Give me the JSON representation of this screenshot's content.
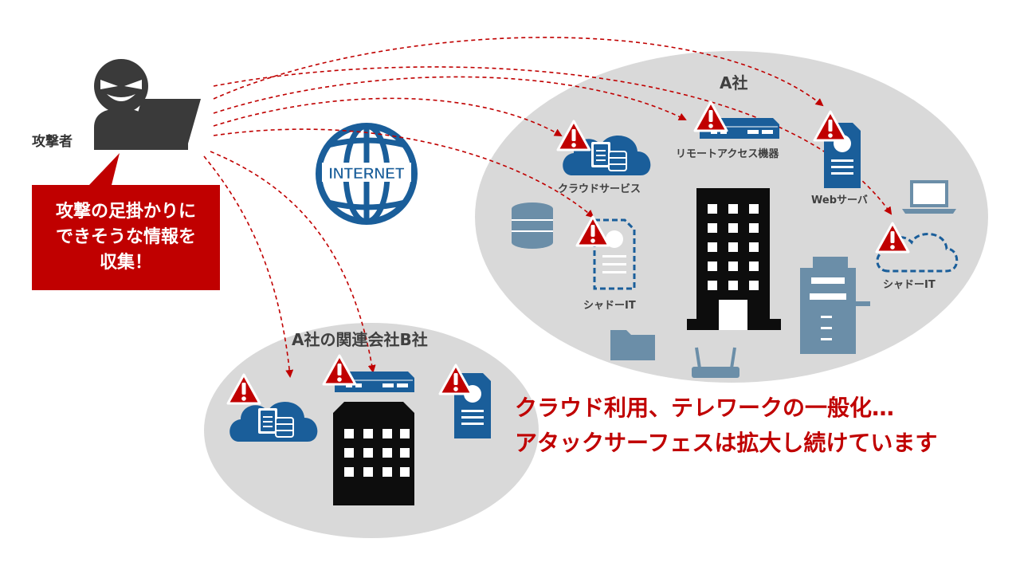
{
  "attacker": {
    "label": "攻撃者",
    "icon": "hacker-icon",
    "callout_lines": [
      "攻撃の足掛かりに",
      "できそうな情報を",
      "収集！"
    ]
  },
  "internet": {
    "label": "INTERNET",
    "icon": "globe-icon"
  },
  "company_a": {
    "title": "A社",
    "assets": {
      "cloud_service": "クラウドサービス",
      "remote_access": "リモートアクセス機器",
      "web_server": "Webサーバ",
      "shadow_it_device": "シャドーIT",
      "shadow_it_cloud": "シャドーIT"
    }
  },
  "company_b": {
    "title": "A社の関連会社B社"
  },
  "headline": {
    "line1": "クラウド利用、テレワークの一般化…",
    "line2": "アタックサーフェスは拡大し続けています"
  },
  "colors": {
    "attack_path": "#c00000",
    "warning": "#c00000",
    "asset_blue": "#1a5e9a",
    "asset_light": "#6b8ea8",
    "zone_gray": "#d9d9d9",
    "building": "#0d0d0d",
    "callout": "#c00000"
  }
}
